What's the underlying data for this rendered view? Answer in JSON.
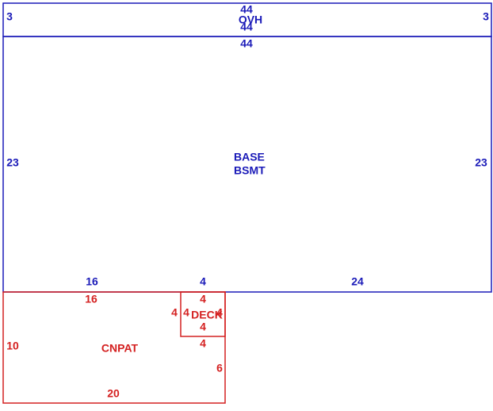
{
  "colors": {
    "upper_outline": "#1a1ab8",
    "lower_outline": "#d42020",
    "background": "#ffffff"
  },
  "areas": {
    "ovh": {
      "label": "OVH",
      "dims": {
        "top": "44",
        "top_inner": "44",
        "bottom": "44",
        "left": "3",
        "right": "3"
      }
    },
    "base": {
      "labels": [
        "BASE",
        "BSMT"
      ],
      "dims": {
        "left": "23",
        "right": "23",
        "bottom_1": "16",
        "bottom_2": "4",
        "bottom_3": "24"
      }
    },
    "cnpat": {
      "label": "CNPAT",
      "dims": {
        "top": "16",
        "left": "10",
        "bottom": "20",
        "right_lower": "6",
        "right_notch": "4"
      }
    },
    "deck": {
      "label": "DECK",
      "dims": {
        "top": "4",
        "left_outer": "4",
        "left_inner": "4",
        "right": "4",
        "bottom": "4"
      }
    }
  }
}
